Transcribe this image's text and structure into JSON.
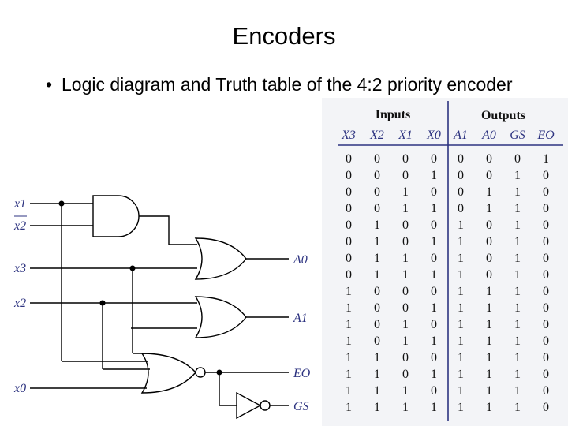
{
  "title": "Encoders",
  "bullet": {
    "symbol": "•",
    "text": "Logic diagram and Truth table of the 4:2 priority encoder"
  },
  "diagram": {
    "inputs": [
      "x1",
      "x2",
      "x3",
      "x2",
      "x0"
    ],
    "outputs": [
      "A0",
      "A1",
      "EO",
      "GS"
    ]
  },
  "truth_table": {
    "group_headers": [
      "Inputs",
      "Outputs"
    ],
    "columns": [
      "X3",
      "X2",
      "X1",
      "X0",
      "A1",
      "A0",
      "GS",
      "EO"
    ],
    "rows": [
      [
        "0",
        "0",
        "0",
        "0",
        "0",
        "0",
        "0",
        "1"
      ],
      [
        "0",
        "0",
        "0",
        "1",
        "0",
        "0",
        "1",
        "0"
      ],
      [
        "0",
        "0",
        "1",
        "0",
        "0",
        "1",
        "1",
        "0"
      ],
      [
        "0",
        "0",
        "1",
        "1",
        "0",
        "1",
        "1",
        "0"
      ],
      [
        "0",
        "1",
        "0",
        "0",
        "1",
        "0",
        "1",
        "0"
      ],
      [
        "0",
        "1",
        "0",
        "1",
        "1",
        "0",
        "1",
        "0"
      ],
      [
        "0",
        "1",
        "1",
        "0",
        "1",
        "0",
        "1",
        "0"
      ],
      [
        "0",
        "1",
        "1",
        "1",
        "1",
        "0",
        "1",
        "0"
      ],
      [
        "1",
        "0",
        "0",
        "0",
        "1",
        "1",
        "1",
        "0"
      ],
      [
        "1",
        "0",
        "0",
        "1",
        "1",
        "1",
        "1",
        "0"
      ],
      [
        "1",
        "0",
        "1",
        "0",
        "1",
        "1",
        "1",
        "0"
      ],
      [
        "1",
        "0",
        "1",
        "1",
        "1",
        "1",
        "1",
        "0"
      ],
      [
        "1",
        "1",
        "0",
        "0",
        "1",
        "1",
        "1",
        "0"
      ],
      [
        "1",
        "1",
        "0",
        "1",
        "1",
        "1",
        "1",
        "0"
      ],
      [
        "1",
        "1",
        "1",
        "0",
        "1",
        "1",
        "1",
        "0"
      ],
      [
        "1",
        "1",
        "1",
        "1",
        "1",
        "1",
        "1",
        "0"
      ]
    ]
  },
  "colors": {
    "ink": "#000000",
    "label": "#2d3380",
    "rule": "#2d3380"
  }
}
